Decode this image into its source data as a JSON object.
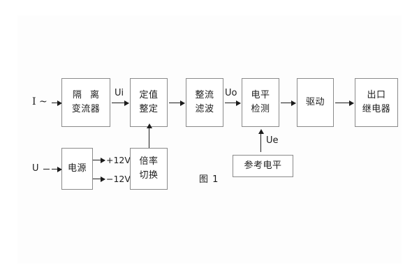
{
  "figure": {
    "caption": "图 1",
    "blocks": [
      {
        "id": "isolation-ct",
        "line1": "隔 离",
        "line2": "变流器"
      },
      {
        "id": "setting-value",
        "line1": "定值",
        "line2": "整定"
      },
      {
        "id": "rectify-filter",
        "line1": "整流",
        "line2": "滤波"
      },
      {
        "id": "level-detect",
        "line1": "电平",
        "line2": "检测"
      },
      {
        "id": "drive",
        "line1": "驱动",
        "line2": ""
      },
      {
        "id": "output-relay",
        "line1": "出口",
        "line2": "继电器"
      },
      {
        "id": "power-supply",
        "line1": "电源",
        "line2": ""
      },
      {
        "id": "multiplier-switch",
        "line1": "倍率",
        "line2": "切换"
      },
      {
        "id": "reference-level",
        "line1": "参考电平",
        "line2": ""
      }
    ],
    "signals": {
      "current_input": "I ~",
      "voltage_input": "U",
      "ui": "Ui",
      "uo": "Uo",
      "ue": "Ue",
      "rail_positive": "+12V",
      "rail_negative": "−12V"
    }
  }
}
